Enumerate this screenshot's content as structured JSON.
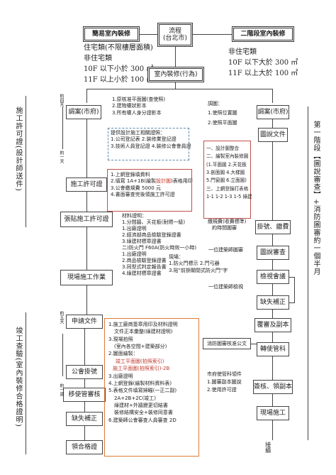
{
  "header": {
    "simple": "簡易室內裝修",
    "process": "流程",
    "process_sub": "(台北市)",
    "stage2": "二階段室內裝修"
  },
  "left_top": {
    "l1": "住宅類(不限樓層面積)",
    "l2": "非住宅類",
    "l3": "10F 以下小於 300 ㎡",
    "l4": "11F 以上小於 100 ㎡"
  },
  "right_top": {
    "l1": "非住宅類",
    "l2": "10F 以下大於 300 ㎡",
    "l3": "11F 以上大於 100 ㎡"
  },
  "center_action": "室內裝修(行為)",
  "left_side_label": "施工許可證(設計師送件)",
  "right_side_label": "第一階段【圖說審查】+消防圖審約一個半月",
  "bottom_side_label": "竣工查驗(室內裝修合格證明)",
  "durations": {
    "d1": "約四天",
    "d2": "約一天",
    "d3": "約五天",
    "d4": "約一週"
  },
  "boxes": {
    "apply_left": "調案(市府)",
    "permit": "施工許可證",
    "post_permit": "張貼施工許可證",
    "site_work": "現場施工作業",
    "apply_doc": "申請文件",
    "public_danger": "公會掛號",
    "transfer": "移使管審核",
    "defect": "缺失補正",
    "certificate": "領合格證",
    "apply_right": "調案(市府)",
    "drawings": "圖說文件",
    "register": "掛號、繳費",
    "review": "圖說審查",
    "meeting": "檢視會議",
    "defect_r": "缺失補正",
    "copy": "覆審及副本",
    "transfer_r": "轉使管科",
    "stamp": "簽核、領副本",
    "site_r": "現場施工",
    "continue": "接續"
  },
  "list_a": [
    "1.原核准平面圖(查使照)",
    "2.建物權狀影本",
    "3.所有權人身分證影本"
  ],
  "list_b_title": "提供設計施工相關證照：",
  "list_b": [
    "1.公司登記表 2.裝修業登記證",
    "3.技術人員登記證 4.裝修公會會員證"
  ],
  "list_c": [
    "1.上網登錄填資料",
    "2.填寫 1A+1B(繪製設計圖)表格用印",
    "3.公會繳規費 5000 元",
    "4.書面審查完後領施工許可證"
  ],
  "list_c_hl": "設計圖",
  "materials_title": "材料證明：",
  "materials": [
    "1.分間牆、天花板(耐燃一級)",
    "1.出廠證明",
    "2.經濟部商品檢驗登錄證書",
    "3.綠建材標章證書",
    "二)防火門 F60A(防火時效一小時)",
    "1.出廠證明",
    "2.商品檢驗登錄證書",
    "3.同型式判定報告書",
    "4.綠建材標章證書"
  ],
  "site_notes": [
    "現場：",
    "1.防火門標示 2.門弓器",
    "3.貼\"前掛關閉式防火門\"字"
  ],
  "designer_list_title": "調圖：",
  "designer_list": [
    "1.使照位置圖",
    "2.使照平面圖"
  ],
  "design_box": [
    "一、設計圖整合",
    "二、繪製室內裝修圖",
    "(1.平面圖 2.天花板",
    "3.剖面圖 4.大樣圖",
    "5.門窗圖 6.立面圖)",
    "三、上網登錄打表格",
    "1-1 1-2 1-3 1-5 綠建"
  ],
  "fee_note": [
    "繳規費(收費標準)",
    "約時間圖審"
  ],
  "building_note": "一位建築師圖審",
  "architect_check": "一位建築師檢視",
  "fire_check": "消防圖審核准公文",
  "city_collect": [
    "市府使管科領件",
    "1.圖審副本圖說",
    "2.使用許可證"
  ],
  "completion_list": [
    "1.施工廠商簽章用印及材料證明",
    "文件正本彙整(綠建材證明)",
    "3.現場拍照",
    "(室內各空間+建築部分)",
    "2.圖面繪製：",
    "竣工平面圖(拍照索引)",
    "施工平面圖(拍照索引)-2B",
    "3.出廠證明",
    "4.上網登錄(繪製材料資料表)",
    "5.表格文件填寫掃瞄(一正二副)",
    "2A+2B+2C(竣工)",
    "綠建材+外牆變更切結書",
    "裝修結構安全+裝修同意書",
    "6.建築師公會審查人員審查 2D"
  ]
}
